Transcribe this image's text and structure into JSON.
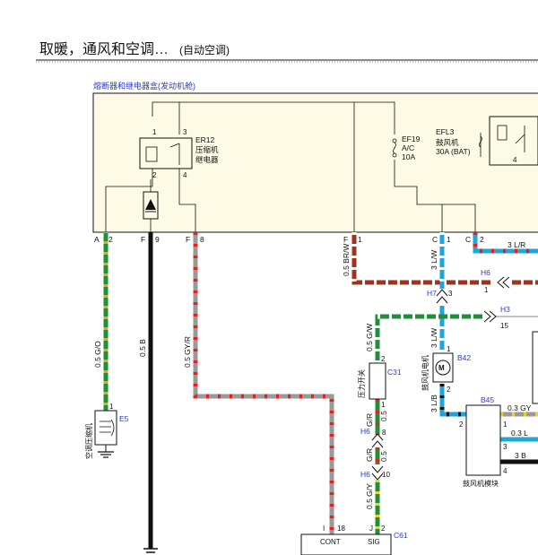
{
  "header": {
    "title": "取暖，通风和空调…",
    "subtitle": "(自动空调)"
  },
  "fusebox": {
    "label": "熔断器和继电器盒(发动机舱)"
  },
  "relay": {
    "id": "ER12",
    "name1": "压缩机",
    "name2": "继电器",
    "pin1": "1",
    "pin2": "2",
    "pin3": "3",
    "pin4": "4"
  },
  "fuse_ef19": {
    "id": "EF19",
    "name": "A/C",
    "rating": "10A"
  },
  "fuse_efl3": {
    "id": "EFL3",
    "name": "鼓风机",
    "rating": "30A (BAT)",
    "pin": "4"
  },
  "connectors": [
    {
      "letter": "A",
      "pin": "2"
    },
    {
      "letter": "F",
      "pin": "9"
    },
    {
      "letter": "F",
      "pin": "8"
    },
    {
      "letter": "F",
      "pin": "1"
    },
    {
      "letter": "C",
      "pin": "1"
    },
    {
      "letter": "C",
      "pin": "2"
    }
  ],
  "wires": {
    "go": "0.5 G/O",
    "b": "0.5 B",
    "gyr": "0.5 GY/R",
    "brw": "0.5 BR/W",
    "lw_top": "3 L/W",
    "lr": "3 L/R",
    "gw": "0.5 G/W",
    "lw_mid": "3 L/W",
    "lb": "3 L/B",
    "gr1": "0.5",
    "gr1_color": "G/R",
    "gr2": "0.5",
    "gr2_color": "G/R",
    "gy": "0.5 G/Y",
    "gy_right": "0.3 GY",
    "l_right": "0.3 L",
    "b_right": "3 B"
  },
  "splices": {
    "h6_top": "H6",
    "h6_top_pin": "1",
    "h7": "H7",
    "h7_pin": "3",
    "h3": "H3",
    "h3_pin": "15",
    "h6_a": "H6",
    "h6_a_pin": "8",
    "h6_b": "H6",
    "h6_b_pin": "10"
  },
  "components": {
    "e5": {
      "id": "E5",
      "name": "空调压缩机",
      "pin": "1"
    },
    "c31": {
      "id": "C31",
      "name": "压力开关",
      "pin_top": "2",
      "pin_bottom": "1"
    },
    "b42": {
      "id": "B42",
      "name": "鼓风机电机",
      "pin_top": "1",
      "pin_bottom": "2"
    },
    "b45": {
      "id": "B45",
      "name": "鼓风机模块",
      "pin2": "2",
      "pin1": "1",
      "pin3": "3",
      "pin4": "4"
    },
    "c61": {
      "id": "C61",
      "label_cont": "CONT",
      "label_sig": "SIG",
      "pin_i": "I",
      "pin_18": "18",
      "pin_j": "J",
      "pin_2": "2"
    }
  },
  "colors": {
    "fusebox_fill": "#fdfbe6",
    "green": "#1f8f3a",
    "brown": "#a3321c",
    "blue": "#1fa6d8",
    "gray": "#9a9a9a",
    "red_dash": "#e8201c",
    "white_dash": "#ffffff",
    "black": "#111111",
    "label_blue": "#2a3cc8"
  }
}
